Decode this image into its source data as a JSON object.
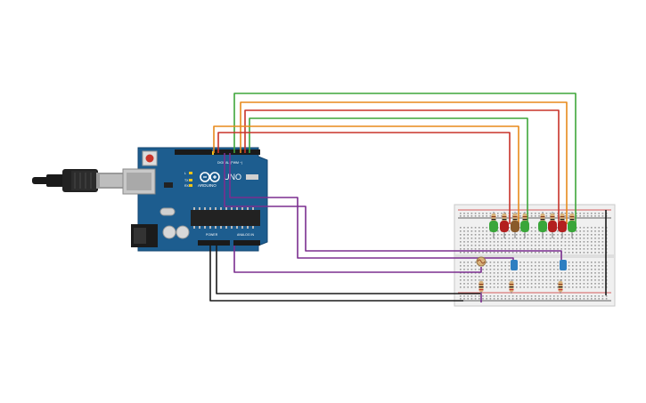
{
  "board": {
    "name": "Arduino UNO",
    "brand_text": "ARDUINO",
    "model_text": "UNO",
    "digital_header_label": "DIGITAL (PWM ~)",
    "power_label": "POWER",
    "analog_label": "ANALOG IN",
    "led_labels": [
      "L",
      "TX",
      "RX"
    ],
    "color": "#1d5d8f"
  },
  "usb_cable": {
    "color": "#1a1a1a"
  },
  "breadboard": {
    "color": "#f0f0f0",
    "rail_plus_color": "#cc2b2b",
    "rail_minus_color": "#333333"
  },
  "wire_colors": {
    "green": "#3fa63a",
    "orange": "#e88a1c",
    "red": "#c8332a",
    "purple": "#7b2e8f",
    "black": "#1a1a1a"
  },
  "components": {
    "leds_left": [
      "green",
      "red",
      "brown",
      "green"
    ],
    "leds_right": [
      "green",
      "red",
      "red",
      "green"
    ],
    "led_hex": {
      "green": "#3aa63a",
      "red": "#b31f1f",
      "brown": "#8a5a2a"
    },
    "buttons": [
      "button",
      "button"
    ],
    "button_color": "#2f7fc1",
    "photoresistor": "photoresistor"
  }
}
